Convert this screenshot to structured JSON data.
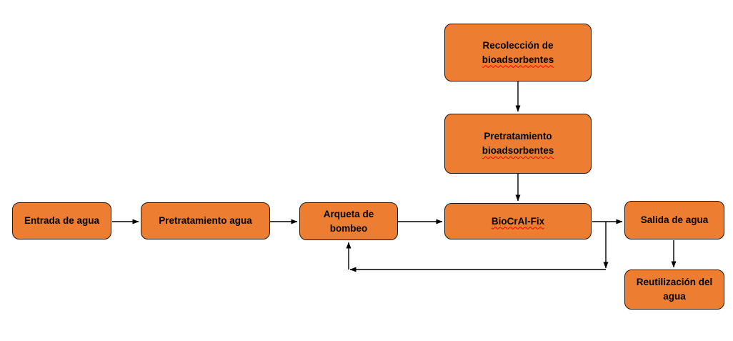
{
  "diagram": {
    "type": "flowchart",
    "background": "#ffffff",
    "node_fill": "#ED7D31",
    "node_border": "#1a1a1a",
    "arrow_color": "#000000",
    "misspelling_underline_color": "#ff0000",
    "nodes": [
      {
        "id": "recoleccion-bioadsorbentes",
        "lines": [
          "Recolección de",
          "bioadsorbentes"
        ]
      },
      {
        "id": "pretratamiento-bioadsorbentes",
        "lines": [
          "Pretratamiento",
          "bioadsorbentes"
        ]
      },
      {
        "id": "entrada-de-agua",
        "lines": [
          "Entrada de agua"
        ]
      },
      {
        "id": "pretratamiento-agua",
        "lines": [
          "Pretratamiento agua"
        ]
      },
      {
        "id": "arqueta-de-bombeo",
        "lines": [
          "Arqueta de",
          "bombeo"
        ]
      },
      {
        "id": "biocral-fix",
        "lines": [
          "BioCrAl-Fix"
        ]
      },
      {
        "id": "salida-de-agua",
        "lines": [
          "Salida de agua"
        ]
      },
      {
        "id": "reutilizacion-del-agua",
        "lines": [
          "Reutilización del",
          "agua"
        ]
      }
    ],
    "edges": [
      {
        "from": "recoleccion-bioadsorbentes",
        "to": "pretratamiento-bioadsorbentes"
      },
      {
        "from": "pretratamiento-bioadsorbentes",
        "to": "biocral-fix"
      },
      {
        "from": "entrada-de-agua",
        "to": "pretratamiento-agua"
      },
      {
        "from": "pretratamiento-agua",
        "to": "arqueta-de-bombeo"
      },
      {
        "from": "arqueta-de-bombeo",
        "to": "biocral-fix"
      },
      {
        "from": "biocral-fix",
        "to": "salida-de-agua"
      },
      {
        "from": "salida-de-agua",
        "to": "reutilizacion-del-agua"
      },
      {
        "from": "biocral-fix",
        "to": "arqueta-de-bombeo",
        "type": "recirculation-loop"
      }
    ]
  }
}
